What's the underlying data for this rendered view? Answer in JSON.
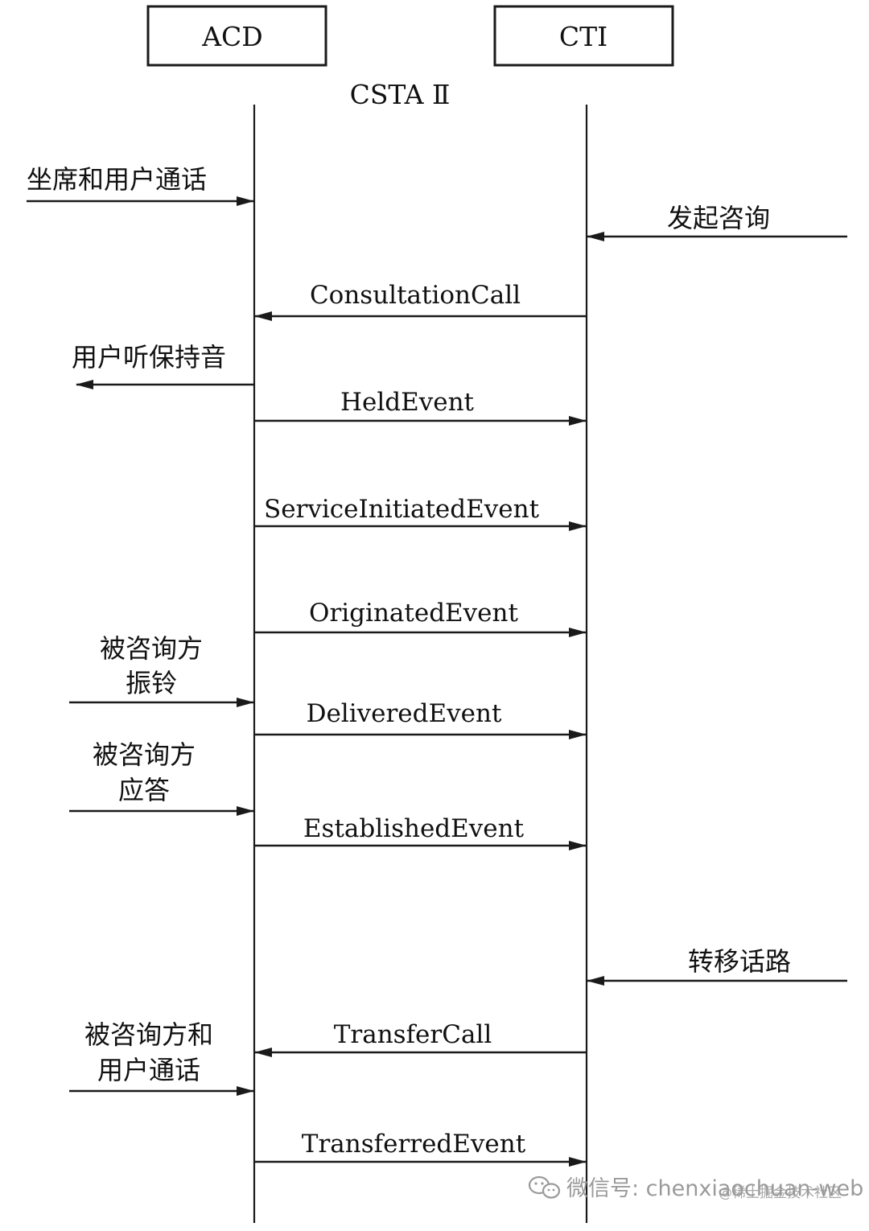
{
  "participants": {
    "acd": "ACD",
    "cti": "CTI"
  },
  "protocol_label": "CSTA Ⅱ",
  "external_left": {
    "agent_user_talk": "坐席和用户通话",
    "user_hold_music": "用户听保持音",
    "consulted_ringing_l1": "被咨询方",
    "consulted_ringing_l2": "振铃",
    "consulted_answer_l1": "被咨询方",
    "consulted_answer_l2": "应答",
    "consulted_user_talk_l1": "被咨询方和",
    "consulted_user_talk_l2": "用户通话"
  },
  "external_right": {
    "start_consult": "发起咨询",
    "transfer_call": "转移话路"
  },
  "messages": {
    "consultation_call": "ConsultationCall",
    "held_event": "HeldEvent",
    "service_initiated_event": "ServiceInitiatedEvent",
    "originated_event": "OriginatedEvent",
    "delivered_event": "DeliveredEvent",
    "established_event": "EstablishedEvent",
    "transfer_call": "TransferCall",
    "transferred_event": "TransferredEvent"
  },
  "watermark": {
    "wechat_id": "微信号: chenxiaochuan-web",
    "community": "@稀土掘金技术社区"
  }
}
